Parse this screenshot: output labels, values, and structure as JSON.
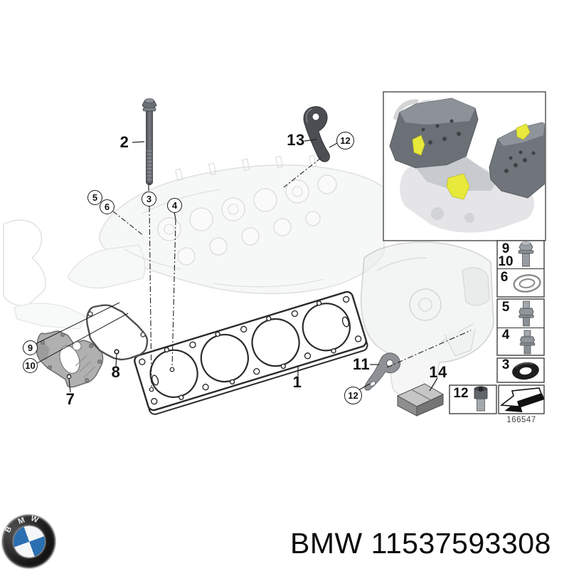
{
  "diagram": {
    "title_context": "BMW cylinder head attachment / gasket set exploded diagram",
    "ref_number": "166547",
    "part_labels": [
      {
        "text": "2"
      },
      {
        "text": "13"
      },
      {
        "text": "11"
      },
      {
        "text": "14"
      },
      {
        "text": "1"
      },
      {
        "text": "7"
      },
      {
        "text": "8"
      }
    ],
    "callouts": [
      {
        "text": "5"
      },
      {
        "text": "6"
      },
      {
        "text": "3"
      },
      {
        "text": "4"
      },
      {
        "text": "9"
      },
      {
        "text": "10"
      },
      {
        "text": "12"
      },
      {
        "text": "12"
      }
    ],
    "panel": {
      "rows": [
        {
          "labels": [
            "9",
            "10"
          ],
          "icon": "hex-flange-bolt-icon"
        },
        {
          "labels": [
            "6"
          ],
          "icon": "metal-seal-ring-icon"
        },
        {
          "labels": [
            "5"
          ],
          "icon": "stud-bolt-icon"
        },
        {
          "labels": [
            "4"
          ],
          "icon": "stud-bolt-icon"
        },
        {
          "labels": [
            "3"
          ],
          "icon": "rubber-seal-ring-icon"
        },
        {
          "labels": [
            "12"
          ],
          "icon": "socket-head-bolt-icon"
        }
      ],
      "arrow_icon": "direction-arrow-icon"
    },
    "colors": {
      "highlight_yellow": "#e7e93b",
      "bmw_blue": "#2b6fb0",
      "line_dark": "#2f2f2f"
    }
  },
  "footer": {
    "logo_letters": [
      "B",
      "M",
      "W"
    ],
    "part_text": "BMW 11537593308"
  }
}
